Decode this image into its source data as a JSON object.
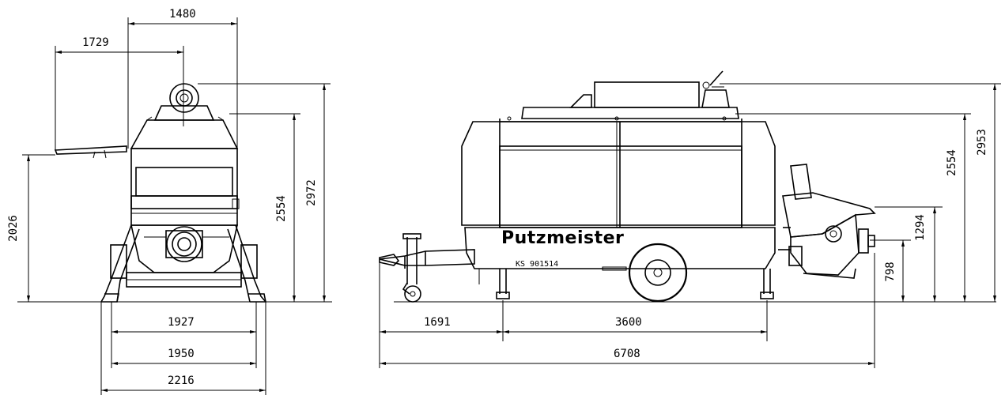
{
  "front_view": {
    "dims": {
      "top_width": "1480",
      "hopper_reach": "1729",
      "total_height": "2972",
      "body_height": "2554",
      "outrigger_height": "2026",
      "track_1": "1927",
      "track_2": "1950",
      "overall_width": "2216"
    }
  },
  "side_view": {
    "brand": "Putzmeister",
    "plate": "KS 901514",
    "dims": {
      "drawbar_length": "1691",
      "wheelbase": "3600",
      "overall_length": "6708",
      "hopper_height": "1294",
      "outlet_height": "798",
      "body_height": "2554",
      "total_height": "2953"
    }
  },
  "colors": {
    "line": "#000000",
    "background": "#ffffff"
  }
}
